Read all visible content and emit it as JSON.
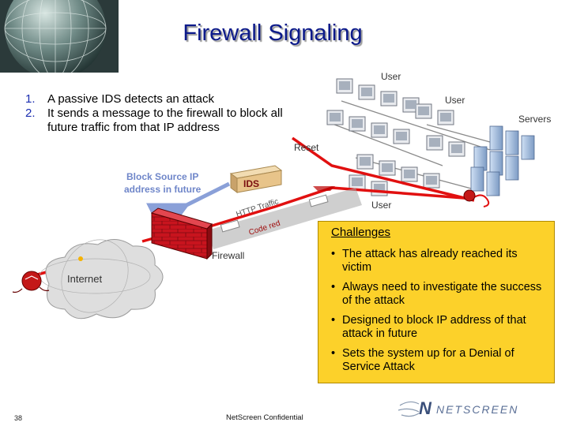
{
  "slide": {
    "title": "Firewall Signaling",
    "page_number": "38",
    "footer": "NetScreen Confidential",
    "logo_text": "NETSCREEN"
  },
  "steps": [
    {
      "num": "1.",
      "text": "A passive IDS detects an attack"
    },
    {
      "num": "2.",
      "text": "It sends a message to the firewall to block all future traffic from that IP address"
    }
  ],
  "diagram": {
    "user_top": "User",
    "user_mid": "User",
    "user_bottom": "User",
    "servers": "Servers",
    "reset": "Reset",
    "block_source_line1": "Block Source IP",
    "block_source_line2": "address in future",
    "ids": "IDS",
    "http_traffic": "HTTP Traffic",
    "code_red": "Code red",
    "firewall": "Firewall",
    "internet": "Internet"
  },
  "challenges": {
    "heading": "Challenges",
    "items": [
      "The attack has already reached its victim",
      "Always need to investigate the success of the attack",
      "Designed to block IP address of that attack in future",
      "Sets the system up for a Denial of Service Attack"
    ]
  },
  "colors": {
    "title": "#0c1a8a",
    "attack_line": "#e11010",
    "firewall": "#c8141e",
    "challenges_bg": "#fcd12a",
    "ids_box": "#e8c48a"
  }
}
